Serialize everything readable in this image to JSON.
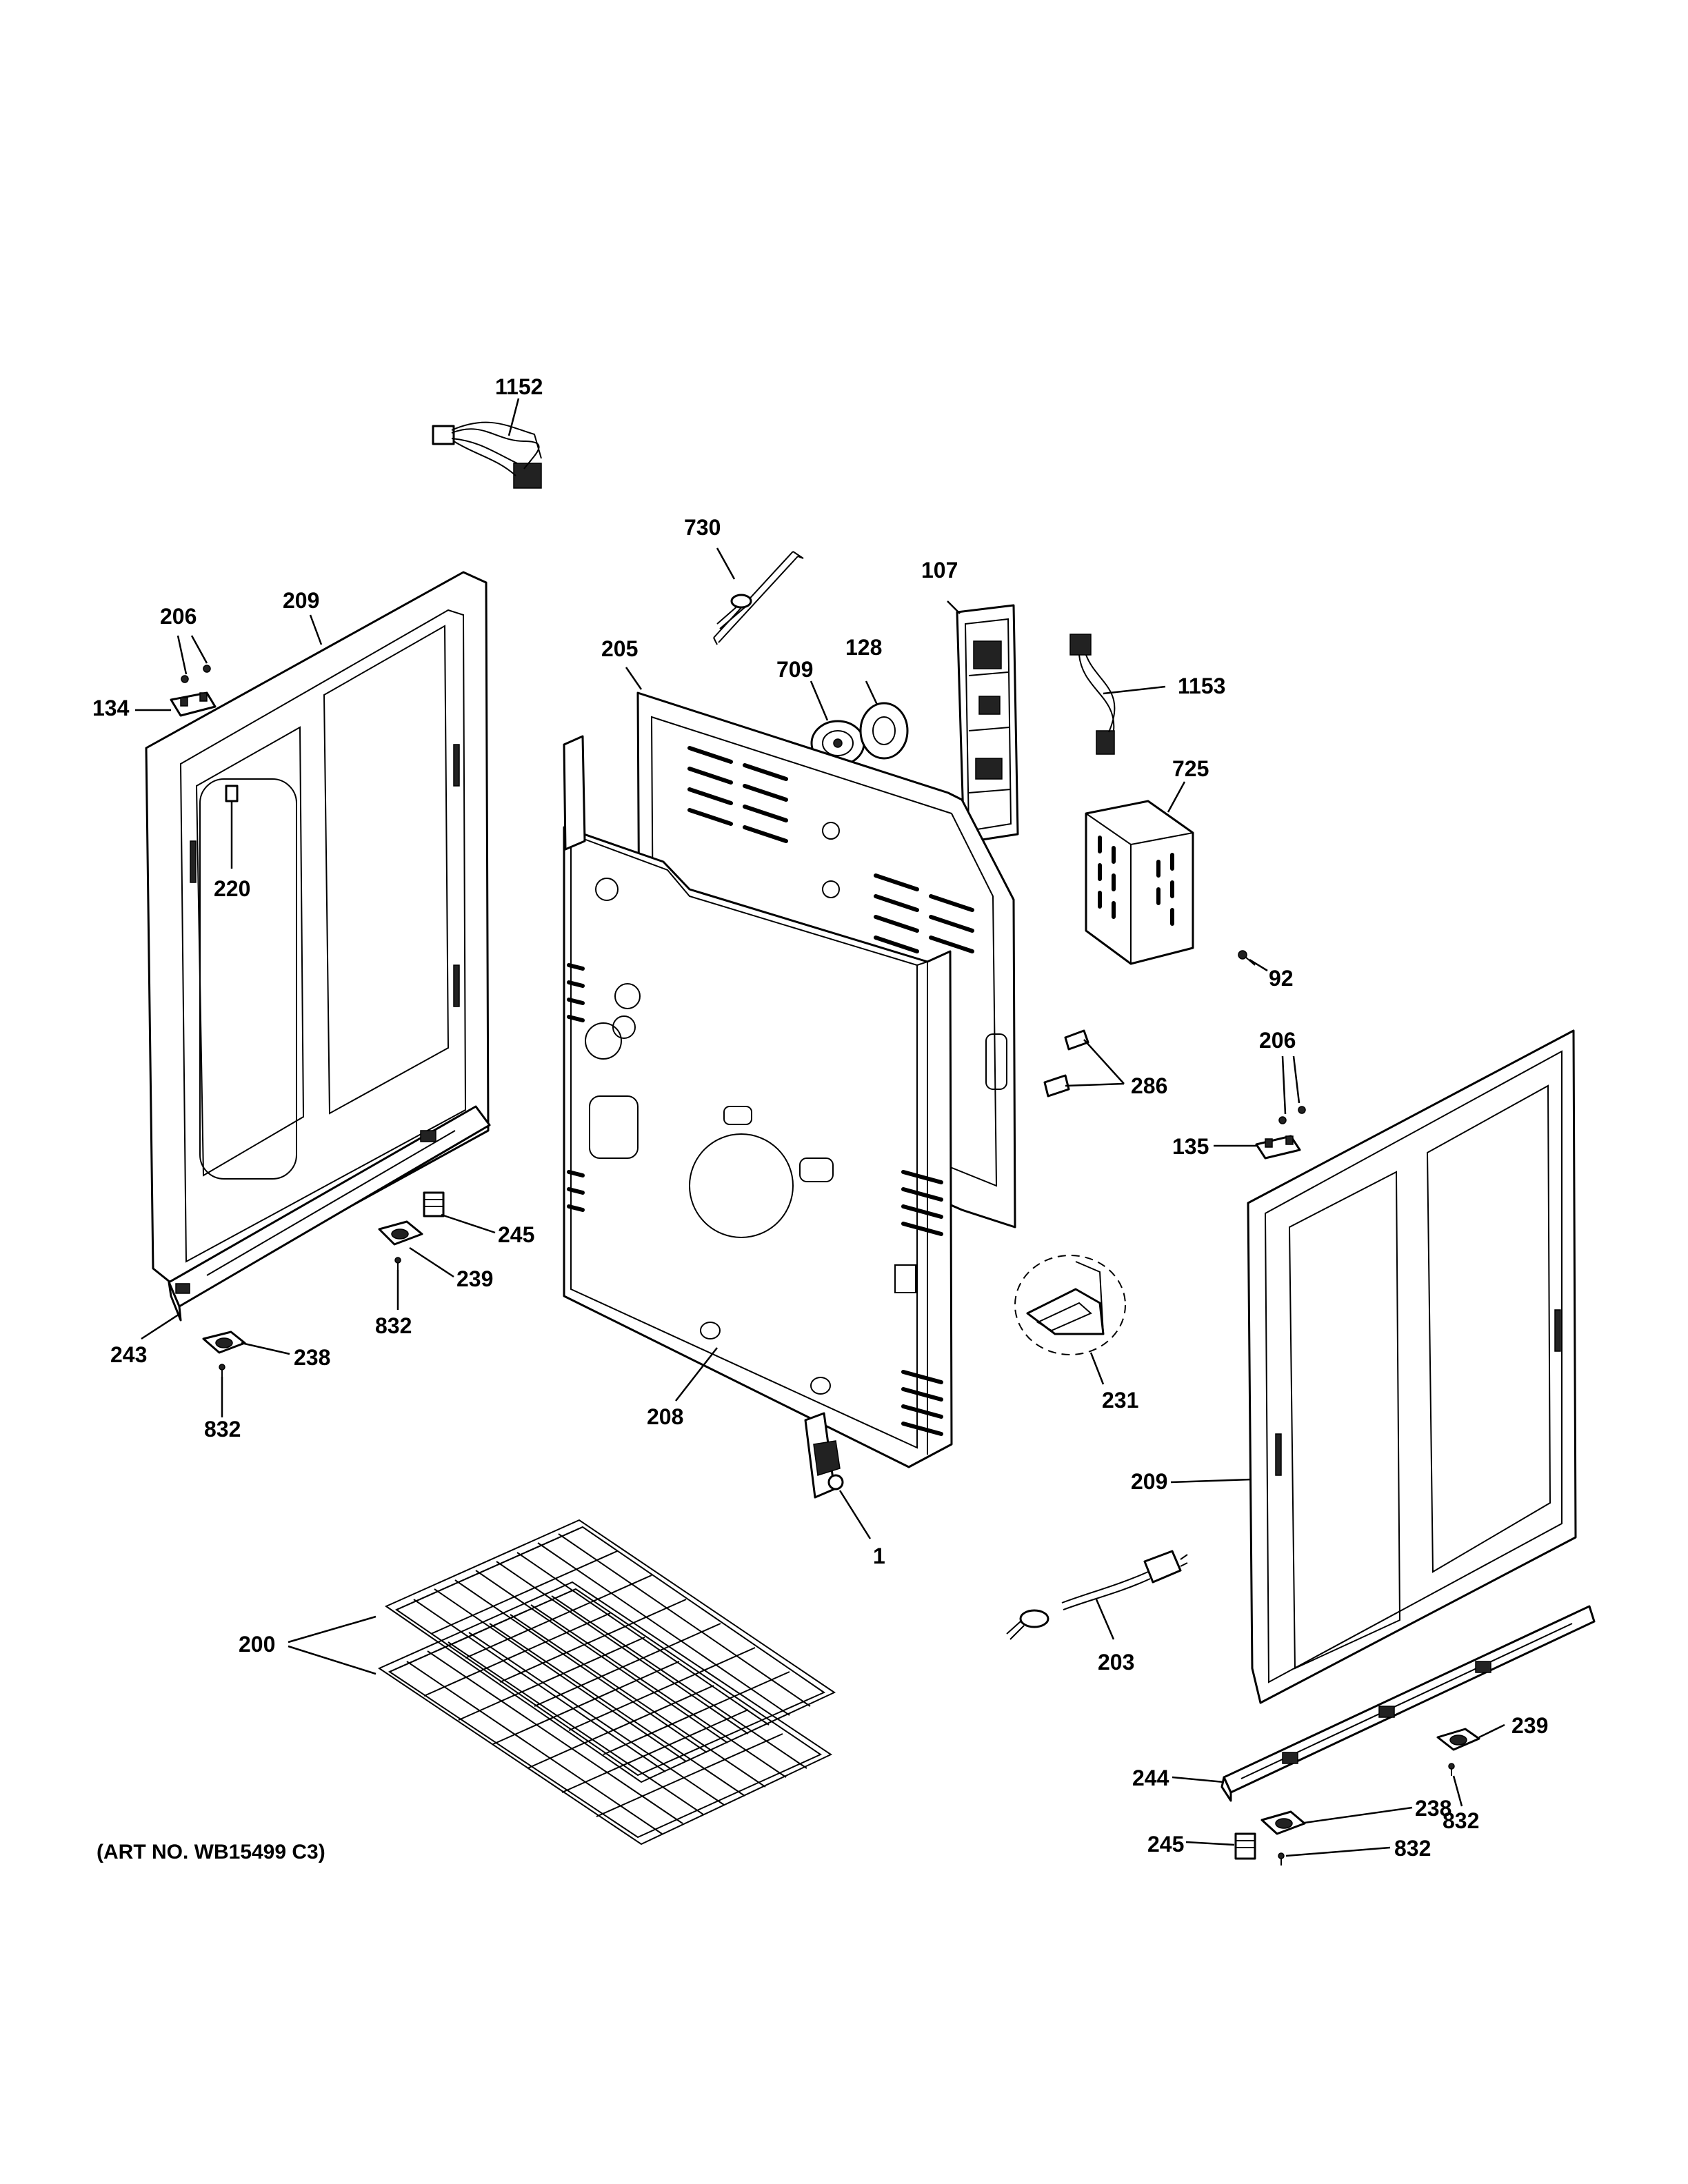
{
  "diagram": {
    "caption": "(ART NO. WB15499 C3)",
    "callouts": {
      "c1152": "1152",
      "c730": "730",
      "c107": "107",
      "c206_left": "206",
      "c209_left": "209",
      "c134": "134",
      "c205": "205",
      "c709": "709",
      "c128": "128",
      "c1153": "1153",
      "c725": "725",
      "c220": "220",
      "c92": "92",
      "c206_right": "206",
      "c286": "286",
      "c135": "135",
      "c245_left": "245",
      "c239_left": "239",
      "c832_a": "832",
      "c243": "243",
      "c238_left": "238",
      "c832_b": "832",
      "c208": "208",
      "c231": "231",
      "c209_right": "209",
      "c1": "1",
      "c200": "200",
      "c203": "203",
      "c239_right": "239",
      "c244": "244",
      "c832_c": "832",
      "c238_right": "238",
      "c245_right": "245",
      "c832_d": "832"
    }
  }
}
